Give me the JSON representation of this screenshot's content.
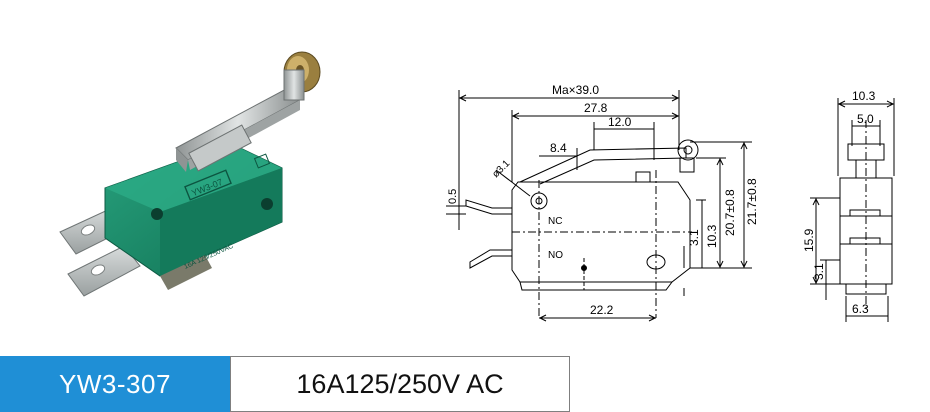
{
  "product": {
    "model": "YW3-307",
    "rating": "16A125/250V AC",
    "body_marking": "YW3-07",
    "body_marking_2": "16A 125/250VAC"
  },
  "front_view": {
    "dims": {
      "max_length": "Ma×39.0",
      "length": "27.8",
      "lever_len": "12.0",
      "lever_offset": "8.4",
      "pin_offset": "0.5",
      "hole_dia": "ø3.1",
      "actuator_h": "21.7±0.8",
      "lever_h": "20.7±0.8",
      "hole_h": "10.3",
      "term_h": "3.1",
      "hole_span": "22.2"
    },
    "terminals": [
      "NC",
      "NO"
    ]
  },
  "side_view": {
    "dims": {
      "width": "10.3",
      "roller_w": "5.0",
      "height": "15.9",
      "term_h": "3.1",
      "term_w": "6.3"
    }
  },
  "colors": {
    "body": "#1c8a6a",
    "body_dark": "#13664d",
    "metal": "#b9bcbc",
    "accent_blue": "#1f8fd6",
    "line": "#000000"
  }
}
